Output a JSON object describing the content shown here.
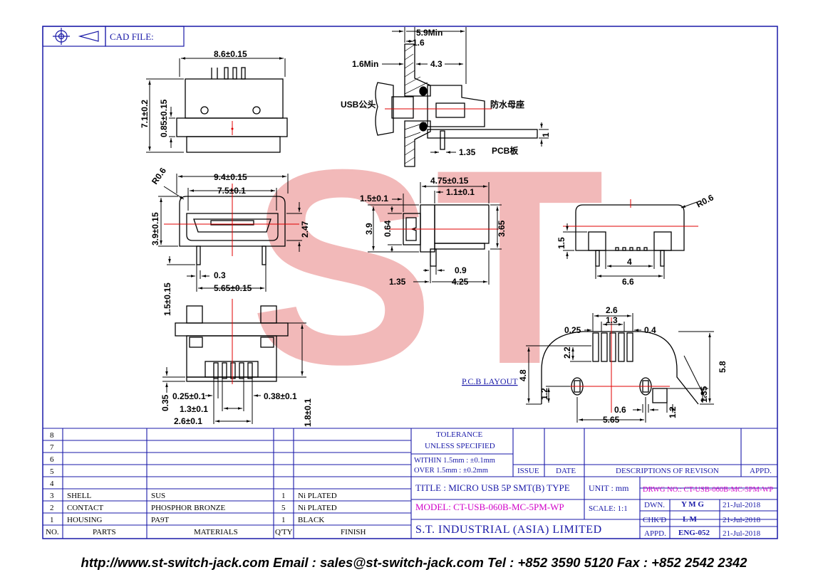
{
  "header": {
    "cad_file_label": "CAD FILE:"
  },
  "watermark": {
    "text": "ST",
    "color": "#e88080"
  },
  "colors": {
    "border": "#1a1aa8",
    "red_centerline": "#e00000",
    "magenta": "#d000c8",
    "line": "#000000"
  },
  "views": {
    "top": {
      "width": "8.6±0.15",
      "height": "7.1±0.2",
      "inner": "0.85±0.15"
    },
    "front": {
      "outer": "9.4±0.15",
      "inner": "7.5±0.1",
      "radius": "R0.6",
      "height": "3.9±0.15",
      "opening": "2.47",
      "pin": "0.3",
      "pin_span": "5.65±0.15",
      "leg": "1.5±0.15"
    },
    "side": {
      "panel": "5.9Min",
      "wall": "1.6",
      "depth": "4.3",
      "min_panel": "1.6Min",
      "usb_label": "USB公头",
      "socket_label": "防水母座",
      "pcb_label": "PCB板",
      "pcb_t": "1",
      "offset": "1.35",
      "body": "4.75±0.15",
      "step": "1.5±0.1",
      "step2": "1.1±0.1",
      "h1": "3.9",
      "h2": "0.64",
      "h3": "3.65",
      "tail": "0.9",
      "tail2": "4.25",
      "tail3": "1.35"
    },
    "right": {
      "radius": "R0.6",
      "h": "1.5",
      "pitch4": "4",
      "span": "6.6"
    },
    "bottom": {
      "d1": "0.25±0.1",
      "d2": "0.38±0.1",
      "d3": "1.3±0.1",
      "d4": "2.6±0.1",
      "d5": "0.35",
      "d6": "1.8±0.1"
    },
    "layout": {
      "label": "P.C.B LAYOUT",
      "d26": "2.6",
      "d13": "1.3",
      "d025": "0.25",
      "d04": "0.4",
      "d22": "2.2",
      "d48": "4.8",
      "d58": "5.8",
      "d12a": "1.2",
      "d135": "1.35",
      "d06": "0.6",
      "d12b": "1.2",
      "d565": "5.65"
    }
  },
  "bom": {
    "row_numbers": [
      "8",
      "7",
      "6",
      "5",
      "4",
      "3",
      "2",
      "1"
    ],
    "items": [
      {
        "no": "3",
        "part": "SHELL",
        "material": "SUS",
        "qty": "1",
        "finish": "Ni PLATED"
      },
      {
        "no": "2",
        "part": "CONTACT",
        "material": "PHOSPHOR BRONZE",
        "qty": "5",
        "finish": "Ni PLATED"
      },
      {
        "no": "1",
        "part": "HOUSING",
        "material": "PA9T",
        "qty": "1",
        "finish": "BLACK"
      }
    ],
    "headers": {
      "no": "NO.",
      "parts": "PARTS",
      "materials": "MATERIALS",
      "qty": "Q'TY",
      "finish": "FINISH"
    }
  },
  "tolerance": {
    "title": "TOLERANCE",
    "subtitle": "UNLESS  SPECIFIED",
    "within": "WITHIN  1.5mm : ±0.1mm",
    "over": "OVER    1.5mm : ±0.2mm"
  },
  "revision": {
    "issue": "ISSUE",
    "date": "DATE",
    "desc": "DESCRIPTIONS  OF  REVISON",
    "appd": "APPD."
  },
  "title_block": {
    "title": "TITLE : MICRO USB 5P SMT(B) TYPE",
    "unit": "UNIT :   mm",
    "drwg": "DRWG NO.: CT-USB-060B-MC-5PM-WP",
    "model": "MODEL: CT-USB-060B-MC-5PM-WP",
    "scale": "SCALE:   1:1",
    "company": "S.T. INDUSTRIAL (ASIA) LIMITED",
    "dwn": "DWN.",
    "dwn_name": "Y M G",
    "dwn_date": "21-Jul-2018",
    "chkd": "CHK'D",
    "chkd_name": "L M",
    "chkd_date": "21-Jul-2018",
    "appd": "APPD.",
    "appd_name": "ENG-052",
    "appd_date": "21-Jul-2018"
  },
  "footer": {
    "text": "http://www.st-switch-jack.com  Email : sales@st-switch-jack.com  Tel : +852 3590 5120  Fax : +852 2542 2342"
  }
}
